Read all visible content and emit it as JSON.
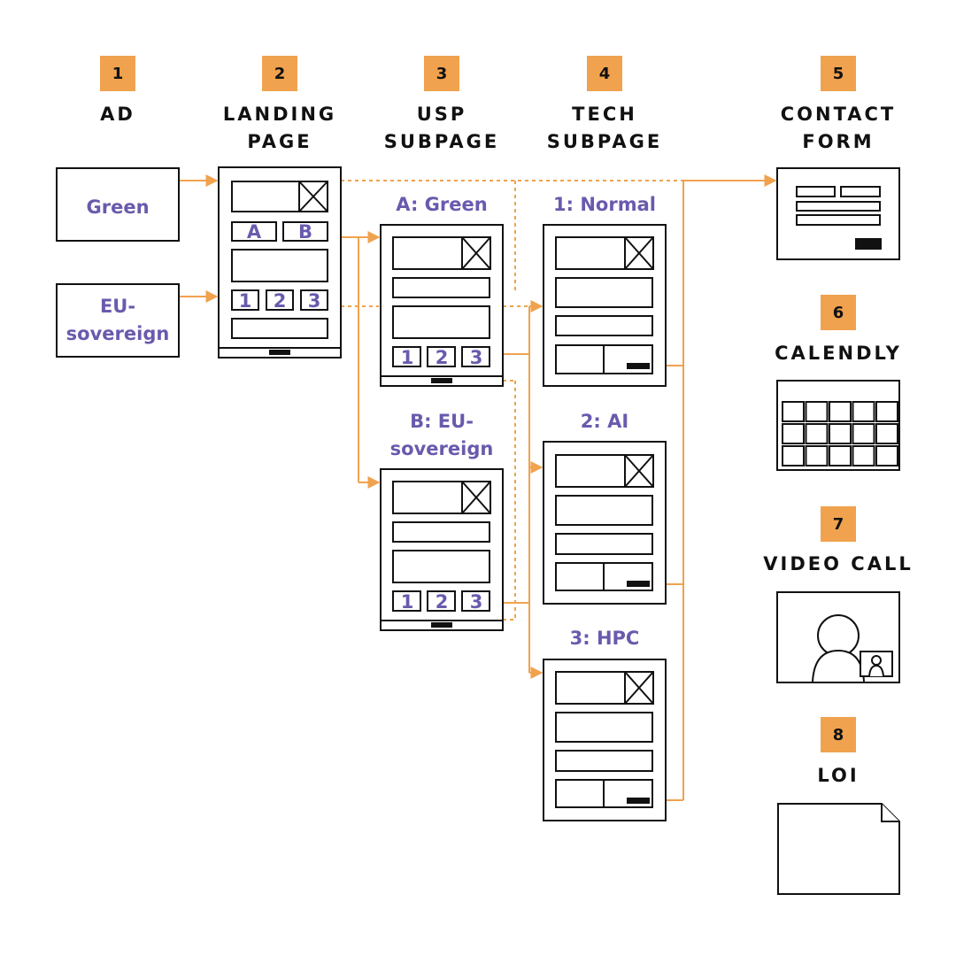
{
  "colors": {
    "accent": "#f0a24e",
    "label": "#6a5aad",
    "line": "#111111"
  },
  "steps": [
    {
      "num": "1",
      "title": "AD"
    },
    {
      "num": "2",
      "title": "LANDING\nPAGE"
    },
    {
      "num": "3",
      "title": "USP\nSUBPAGE"
    },
    {
      "num": "4",
      "title": "TECH\nSUBPAGE"
    },
    {
      "num": "5",
      "title": "CONTACT\nFORM"
    },
    {
      "num": "6",
      "title": "CALENDLY"
    },
    {
      "num": "7",
      "title": "VIDEO CALL"
    },
    {
      "num": "8",
      "title": "LOI"
    }
  ],
  "ads": [
    {
      "label": "Green"
    },
    {
      "label": "EU-\nsovereign"
    }
  ],
  "landing": {
    "tab_a": "A",
    "tab_b": "B",
    "opt_1": "1",
    "opt_2": "2",
    "opt_3": "3"
  },
  "usp": [
    {
      "title": "A: Green",
      "opt_1": "1",
      "opt_2": "2",
      "opt_3": "3"
    },
    {
      "title": "B: EU-\nsovereign",
      "opt_1": "1",
      "opt_2": "2",
      "opt_3": "3"
    }
  ],
  "tech": [
    {
      "title": "1: Normal"
    },
    {
      "title": "2: AI"
    },
    {
      "title": "3: HPC"
    }
  ],
  "icons": {
    "image_placeholder": "image-placeholder-icon",
    "person": "person-icon",
    "calendar": "calendar-icon",
    "document": "document-icon"
  }
}
